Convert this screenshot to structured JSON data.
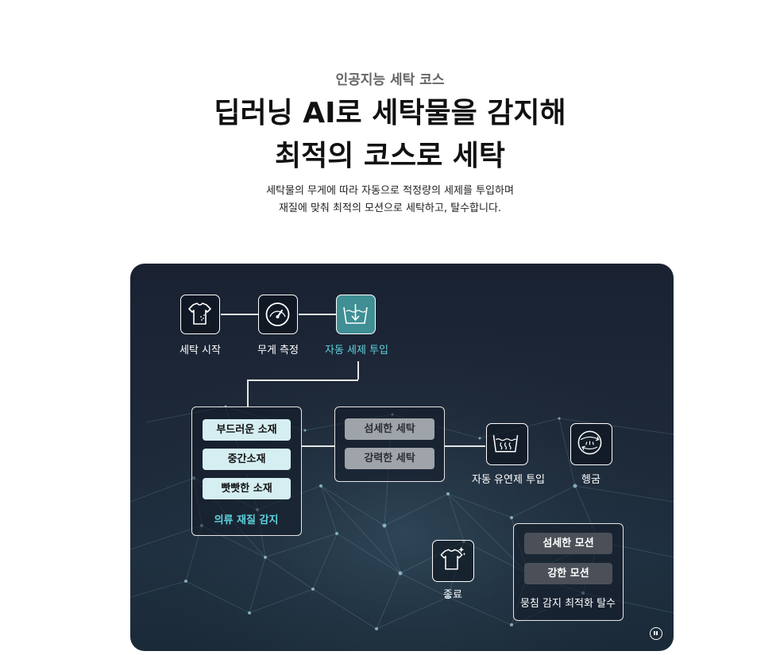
{
  "header": {
    "eyebrow": "인공지능 세탁 코스",
    "title_line1": "딥러닝 AI로 세탁물을 감지해",
    "title_line2": "최적의 코스로 세탁",
    "desc_line1": "세탁물의 무게에 따라 자동으로 적정량의 세제를 투입하며",
    "desc_line2": "재질에 맞춰 최적의 모션으로 세탁하고, 탈수합니다."
  },
  "diagram": {
    "steps": [
      {
        "label": "세탁 시작",
        "icon": "tshirt-icon"
      },
      {
        "label": "무게 측정",
        "icon": "gauge-icon"
      },
      {
        "label": "자동 세제 투입",
        "icon": "detergent-icon"
      }
    ],
    "fabric_group": {
      "items": [
        "부드러운 소재",
        "중간소재",
        "빳빳한 소재"
      ],
      "caption": "의류 재질 감지"
    },
    "wash_group": {
      "items": [
        "섬세한 세탁",
        "강력한 세탁"
      ]
    },
    "softener_label": "자동 유연제 투입",
    "rinse_label": "헹굼",
    "end_label": "종료",
    "spin_group": {
      "items": [
        "섬세한 모션",
        "강한 모션"
      ],
      "caption": "뭉침 감지 최적화 탈수"
    }
  },
  "colors": {
    "accent_cyan": "#5fd3df",
    "active_step": "#3f8f95",
    "panel_bg": "#1d2838"
  }
}
